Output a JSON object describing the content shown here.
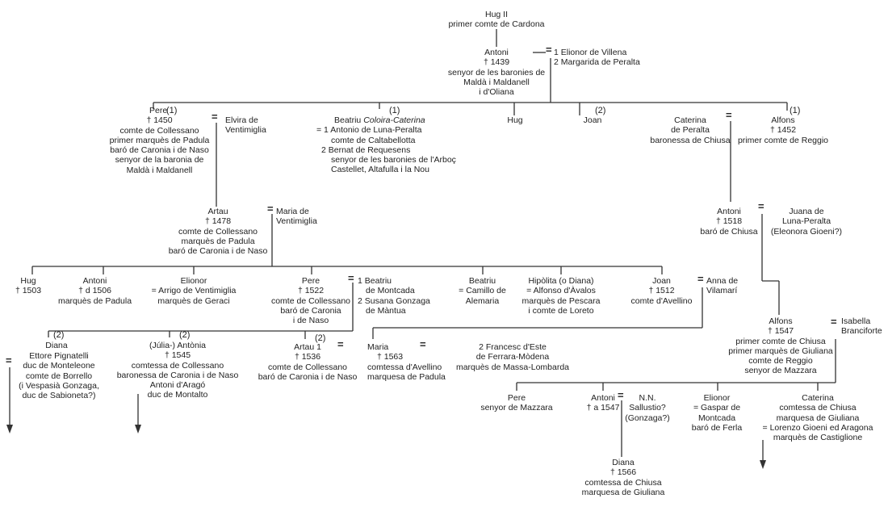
{
  "nodes": {
    "hug2": [
      "Hug II",
      "primer comte de Cardona"
    ],
    "antoni1": [
      "Antoni",
      "† 1439",
      "senyor de les baronies de",
      "Maldà i Maldanell",
      "i d'Oliana"
    ],
    "antoni1_wives": [
      "1 Elionor de Villena",
      "2 Margarida de Peralta"
    ],
    "pere1": [
      "Pere",
      "† 1450",
      "comte de Collessano",
      "primer marquès de Padula",
      "baró de Caronia i de Naso",
      "senyor de la baronia de",
      "Maldà i Maldanell"
    ],
    "elvira": [
      "Elvira de",
      "Ventimiglia"
    ],
    "beatriu1": [
      "Beatriu Coloira-Caterina",
      "= 1 Antonio de Luna-Peralta",
      "comte de Caltabellotta",
      "2 Bernat de Requesens",
      "senyor de les baronies de l'Arboç",
      "Castellet, Altafulla i la Nou"
    ],
    "hug_b": [
      "Hug"
    ],
    "joan_b": [
      "Joan"
    ],
    "caterina_peralta": [
      "Caterina",
      "de Peralta",
      "baronessa de Chiusa"
    ],
    "alfons1": [
      "Alfons",
      "† 1452",
      "primer comte de Reggio"
    ],
    "artau1": [
      "Artau",
      "† 1478",
      "comte de Collessano",
      "marquès de Padula",
      "baró de Caronia i de Naso"
    ],
    "maria_vent": [
      "Maria de",
      "Ventimiglia"
    ],
    "antoni2": [
      "Antoni",
      "† 1518",
      "baró de Chiusa"
    ],
    "juana": [
      "Juana de",
      "Luna-Peralta",
      "(Eleonora Gioeni?)"
    ],
    "hug_c": [
      "Hug",
      "† 1503"
    ],
    "antoni_c": [
      "Antoni",
      "† d 1506",
      "marquès de Padula"
    ],
    "elionor_c": [
      "Elionor",
      "= Arrigo de Ventimiglia",
      "marquès de Geraci"
    ],
    "pere_c": [
      "Pere",
      "† 1522",
      "comte de Collessano",
      "baró de Caronia",
      "i de Naso"
    ],
    "pere_c_wives": [
      "1 Beatriu",
      "de Montcada",
      "2 Susana Gonzaga",
      "de Màntua"
    ],
    "beatriu_c": [
      "Beatriu",
      "= Camillo de",
      "Alemaria"
    ],
    "hipolita": [
      "Hipòlita (o Diana)",
      "= Alfonso d'Àvalos",
      "marquès de Pescara",
      "i comte de Loreto"
    ],
    "joan_c": [
      "Joan",
      "† 1512",
      "comte d'Avellino"
    ],
    "anna_vil": [
      "Anna de",
      "Vilamarí"
    ],
    "alfons2": [
      "Alfons",
      "† 1547",
      "primer comte de Chiusa",
      "primer marquès de Giuliana",
      "comte de Reggio",
      "senyor de Mazzara"
    ],
    "isabella": [
      "Isabella",
      "Branciforte"
    ],
    "diana1": [
      "Diana"
    ],
    "pignatelli": [
      "Ettore Pignatelli",
      "duc de Monteleone",
      "comte de Borrello",
      "(i Vespasià Gonzaga,",
      "duc de Sabioneta?)"
    ],
    "julia": [
      "(Júlia-) Antònia",
      "† 1545",
      "comtessa de Collessano",
      "baronessa de Caronia i de Naso",
      "Antoni d'Aragó",
      "duc de Montalto"
    ],
    "artau2": [
      "Artau  1",
      "† 1536",
      "comte de Collessano",
      "baró de Caronia i de Naso"
    ],
    "maria2": [
      "Maria",
      "† 1563",
      "comtessa d'Avellino",
      "marquesa de Padula"
    ],
    "este": [
      "2 Francesc d'Este",
      "de Ferrara-Mòdena",
      "marquès de Massa-Lombarda"
    ],
    "pere_d": [
      "Pere",
      "senyor de Mazzara"
    ],
    "antoni_d": [
      "Antoni",
      "† a 1547"
    ],
    "nn": [
      "N.N.",
      "Sallustio?",
      "(Gonzaga?)"
    ],
    "elionor_d": [
      "Elionor",
      "= Gaspar de",
      "Montcada",
      "baró de Ferla"
    ],
    "caterina_d": [
      "Caterina",
      "comtessa de Chiusa",
      "marquesa de Giuliana",
      "= Lorenzo Gioeni ed Aragona",
      "marquès de Castiglione"
    ],
    "diana2": [
      "Diana",
      "† 1566",
      "comtessa de Chiusa",
      "marquesa de Giuliana"
    ]
  },
  "marks": {
    "m1": "(1)",
    "m2": "(1)",
    "m3": "(2)",
    "m4": "(1)",
    "m5": "(2)",
    "m6": "(2)",
    "m7": "(2)"
  },
  "eq": "="
}
